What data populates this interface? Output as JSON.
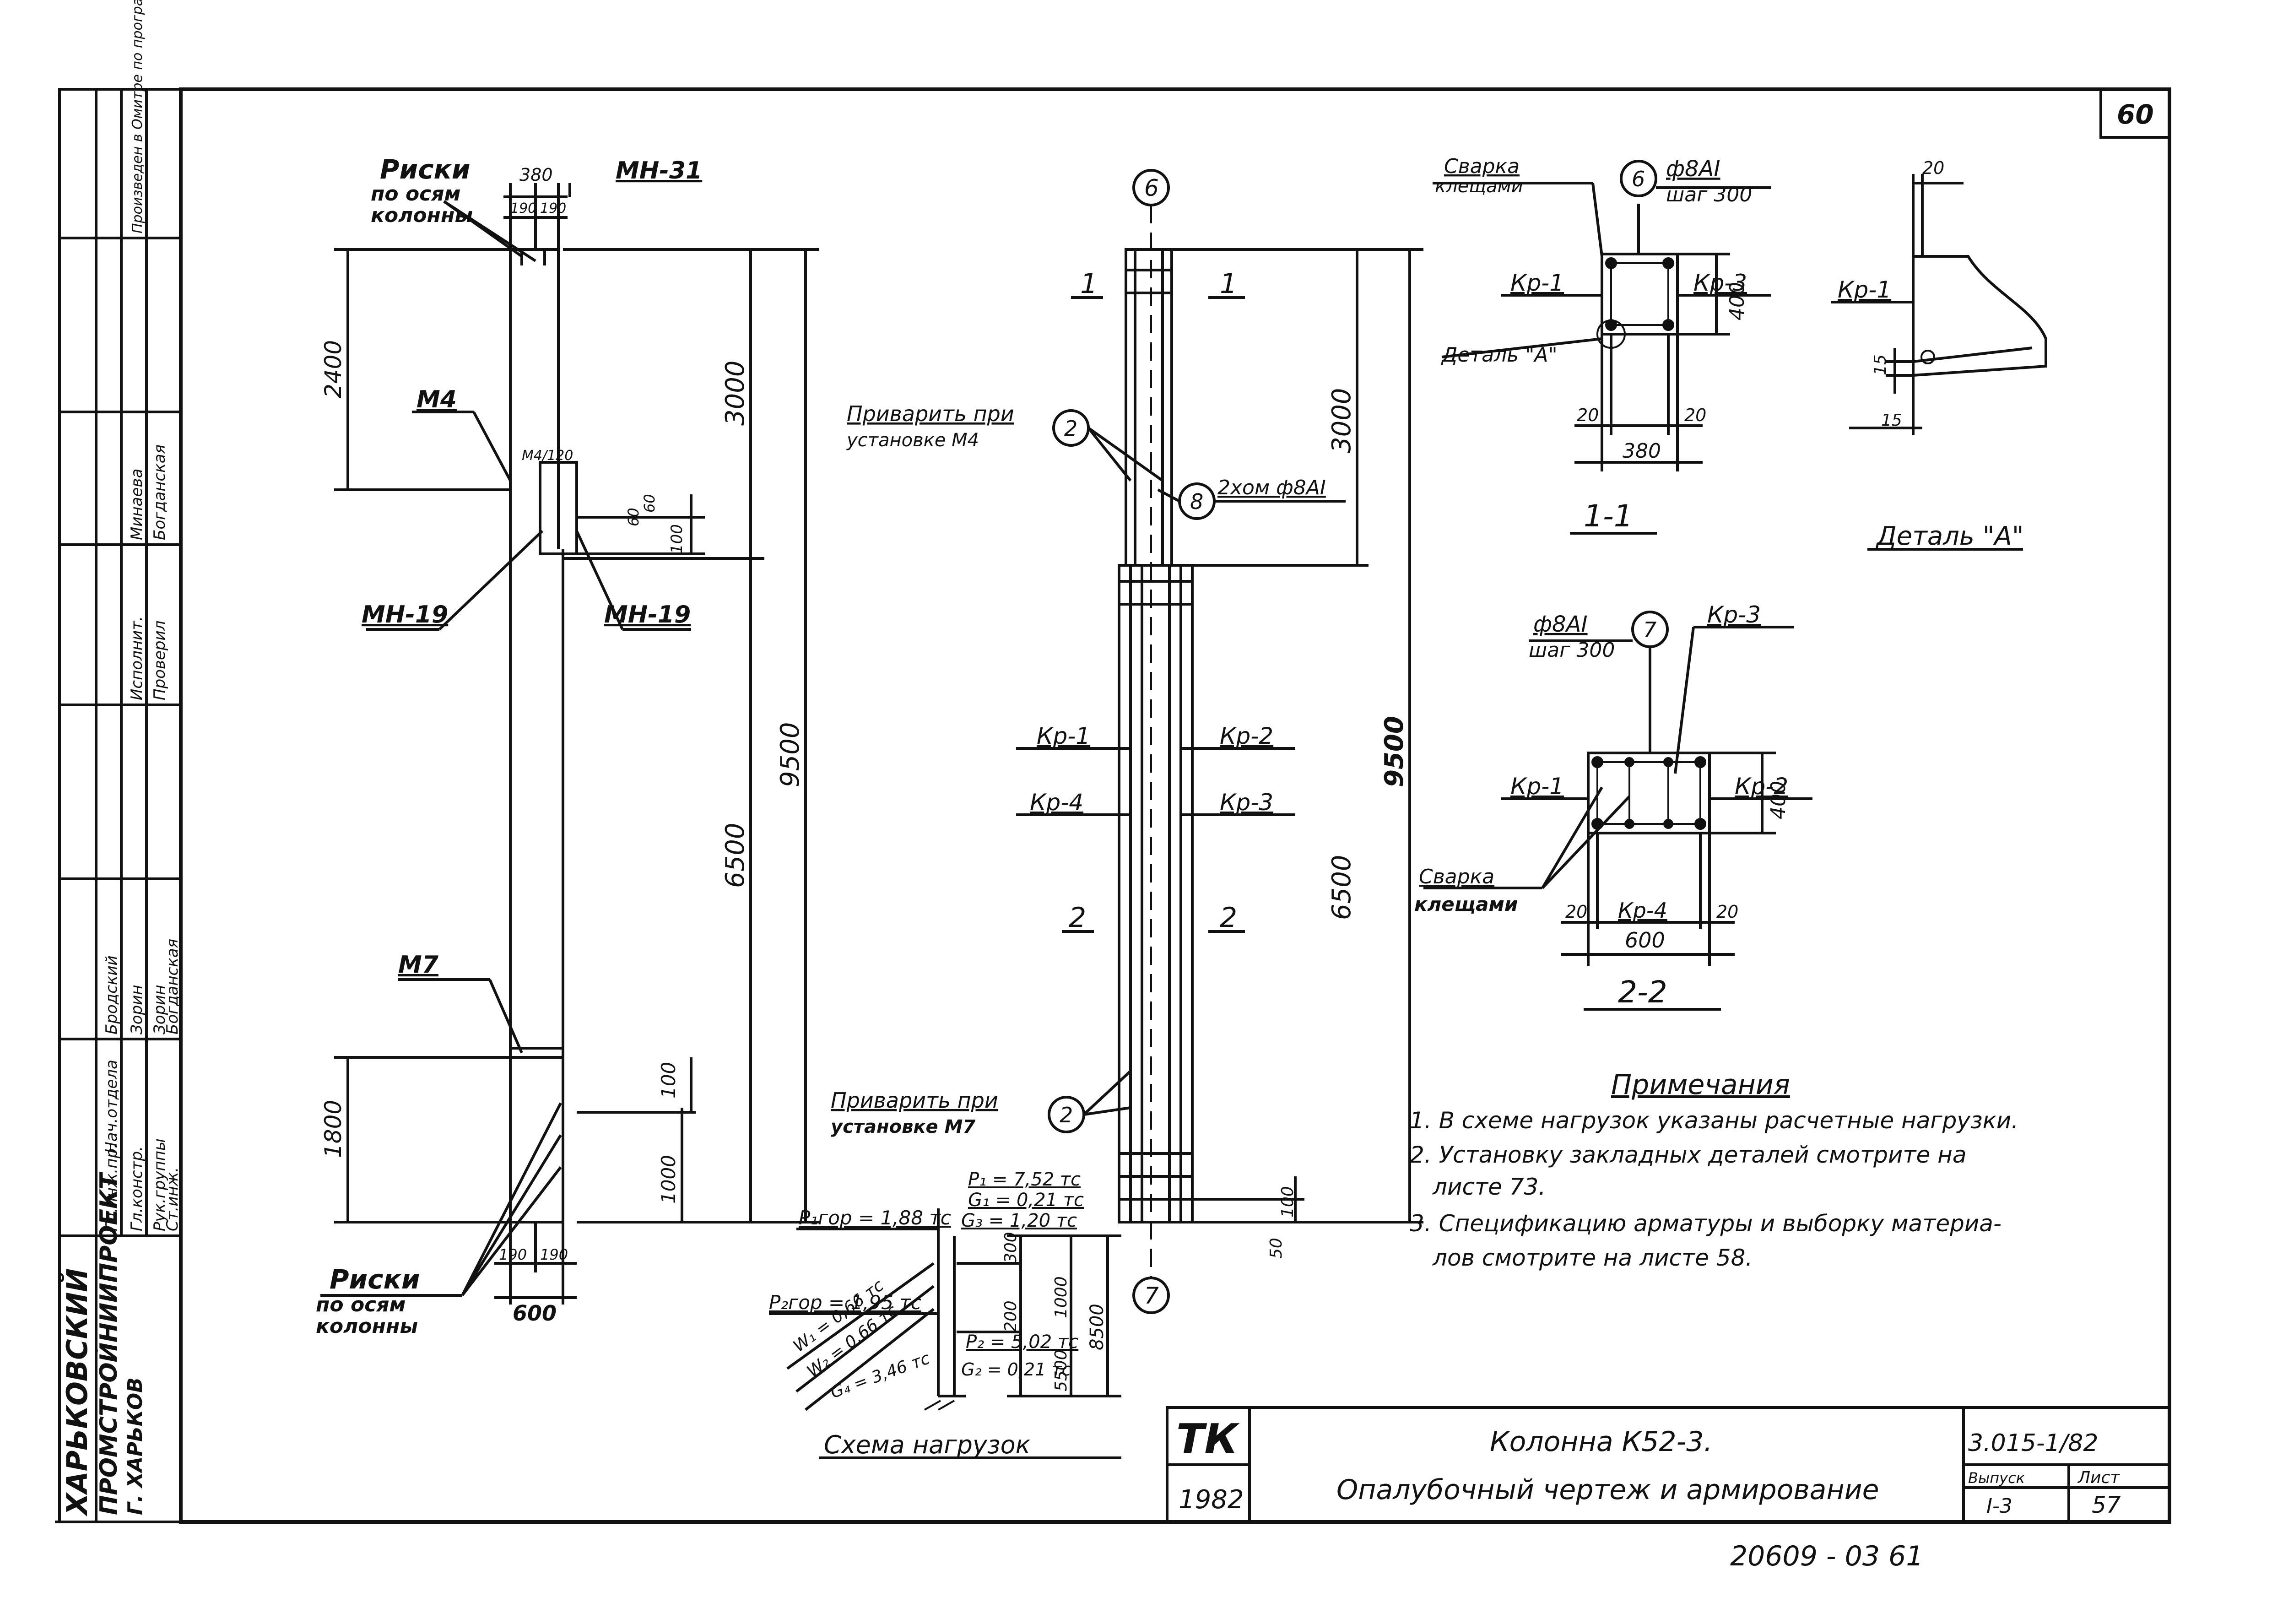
{
  "sheet": {
    "page_number_top": "60",
    "bottom_number": "20609 - 03 61"
  },
  "side_stamp": {
    "org_line1": "ХАРЬКОВСКИЙ",
    "org_line2": "ПРОМСТРОЙНИИПРОЕКТ",
    "org_line3": "Г. ХАРЬКОВ",
    "rows": [
      {
        "role": "Гл.инж.пр.",
        "name": ""
      },
      {
        "role": "Нач.отдела",
        "name": "Бродский"
      },
      {
        "role": "Гл.констр.",
        "name": "Зорин"
      },
      {
        "role": "Рук.группы",
        "name": "Зорин"
      },
      {
        "role": "Ст.инж.",
        "name": "Богданская"
      },
      {
        "role": "Исполнит.",
        "name": "Минаева"
      },
      {
        "role": "Проверил",
        "name": "Богданская"
      }
    ],
    "computed": "Произведен в Омитре по программе"
  },
  "title_block": {
    "logo": "ТК",
    "year": "1982",
    "title_line1": "Колонна К52-3.",
    "title_line2": "Опалубочный чертеж и армирование",
    "doc_code": "3.015-1/82",
    "vypusk_label": "Выпуск",
    "vypusk_value": "I-3",
    "list_label": "Лист",
    "list_value": "57"
  },
  "formwork": {
    "label_riski_top": "Риски",
    "label_riski_top_sub1": "по осям",
    "label_riski_top_sub2": "колонны",
    "mn31": "МН-31",
    "dim_380": "380",
    "dim_190a": "190",
    "dim_190b": "190",
    "dim_2400": "2400",
    "m4": "М4",
    "dim_m4_120": "М4/120",
    "dim_60": "60",
    "dim_60b": "60",
    "dim_100": "100",
    "mn19_left": "МН-19",
    "mn19_right": "МН-19",
    "dim_3000": "3000",
    "dim_9500": "9500",
    "dim_6500": "6500",
    "m7": "М7",
    "dim_1800": "1800",
    "dim_100b": "100",
    "dim_1000": "1000",
    "label_riski_bot": "Риски",
    "label_riski_bot_sub1": "по осям",
    "label_riski_bot_sub2": "колонны",
    "dim_190c": "190",
    "dim_190d": "190",
    "dim_600": "600"
  },
  "reinforcement": {
    "axis_top": "6",
    "axis_bot": "7",
    "sec1_left": "1",
    "sec1_right": "1",
    "sec2_left": "2",
    "sec2_right": "2",
    "weld_m4_line1": "Приварить при",
    "weld_m4_line2": "установке М4",
    "weld_m4_pos": "2",
    "pos8": "8",
    "pos8_label": "2хом ф8АI",
    "kr1": "Кр-1",
    "kr2": "Кр-2",
    "kr4": "Кр-4",
    "kr3": "Кр-3",
    "dim_3000": "3000",
    "dim_9500": "9500",
    "dim_6500": "6500",
    "dim_100": "100",
    "dim_50": "50",
    "weld_m7_line1": "Приварить при",
    "weld_m7_line2": "установке М7",
    "weld_m7_pos": "2"
  },
  "section_1_1": {
    "svarka1": "Сварка",
    "svarka2": "клещами",
    "pos": "6",
    "rebar1": "ф8АI",
    "rebar2": "шаг 300",
    "kr1": "Кр-1",
    "kr3": "Кр-3",
    "detail": "Деталь \"А\"",
    "dim_400": "400",
    "dim_20a": "20",
    "dim_20b": "20",
    "dim_380": "380",
    "title": "1-1"
  },
  "detail_a": {
    "dim_20": "20",
    "kr1": "Кр-1",
    "dim_15a": "15",
    "dim_15b": "15",
    "title": "Деталь \"А\""
  },
  "section_2_2": {
    "rebar1": "ф8АI",
    "rebar2": "шаг 300",
    "pos": "7",
    "kr3": "Кр-3",
    "kr1": "Кр-1",
    "kr2": "Кр-2",
    "kr4": "Кр-4",
    "dim_400": "400",
    "svarka1": "Сварка",
    "svarka2": "клещами",
    "dim_20a": "20",
    "dim_20b": "20",
    "dim_600": "600",
    "title": "2-2"
  },
  "load_scheme": {
    "title": "Схема нагрузок",
    "p1": "P₁ = 7,52 тс",
    "g1": "G₁ = 0,21 тс",
    "g3": "G₃ = 1,20 тс",
    "p1hor": "P₁гор = 1,88 тс",
    "p2hor": "P₂гор = 1,95 тс",
    "w1": "W₁ = 0,66 тс",
    "w2": "W₂ = 0,66 тс",
    "g4": "G₄ = 3,46 тс",
    "p2": "P₂ = 5,02 тс",
    "g2": "G₂ = 0,21 тс",
    "dim_300": "300",
    "dim_200": "200",
    "dim_1000": "1000",
    "dim_5500": "5500",
    "dim_8500": "8500"
  },
  "notes": {
    "heading": "Примечания",
    "n1": "1. В схеме нагрузок указаны расчетные нагрузки.",
    "n2a": "2. Установку закладных деталей смотрите на",
    "n2b": "листе 73.",
    "n3a": "3. Спецификацию арматуры и выборку материа-",
    "n3b": "лов смотрите на листе 58."
  }
}
